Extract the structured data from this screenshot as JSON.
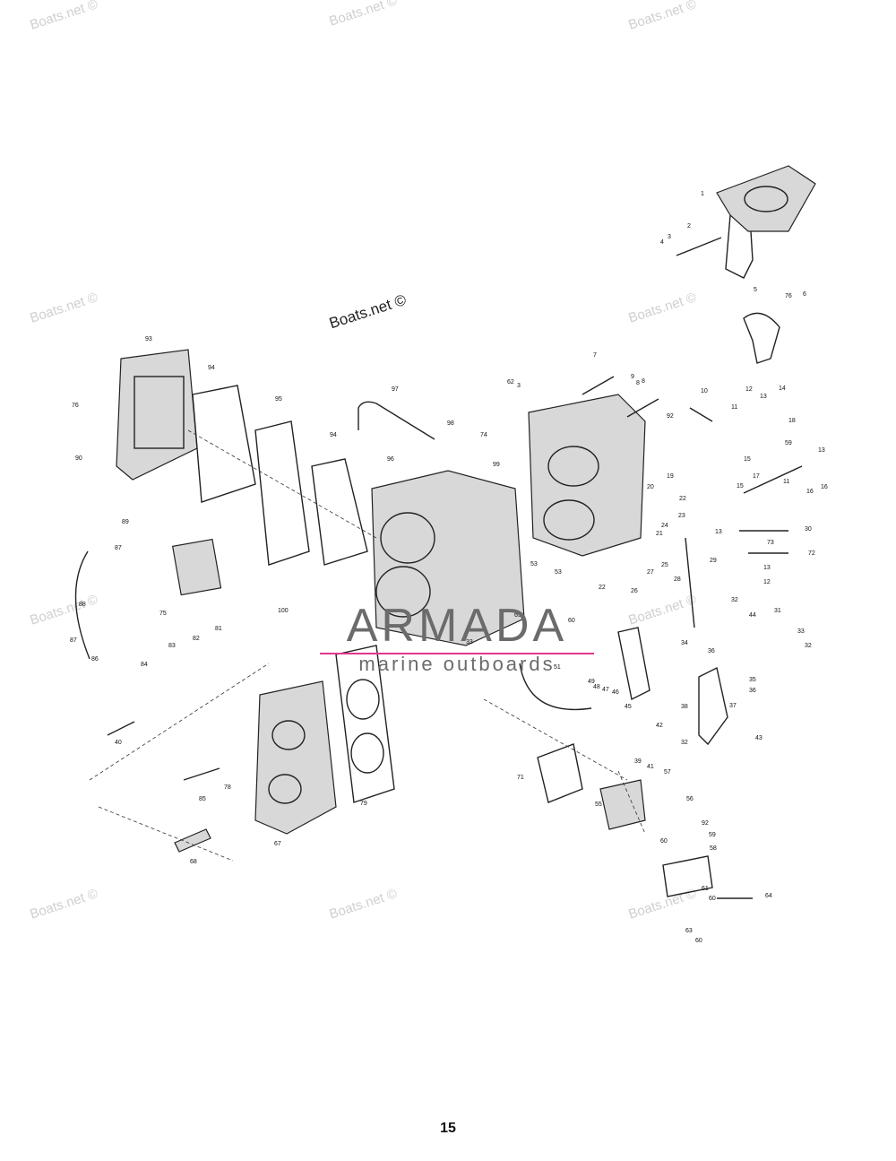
{
  "watermarks": [
    "Boats.net ©",
    "Boats.net ©",
    "Boats.net ©",
    "Boats.net ©",
    "Boats.net ©",
    "Boats.net ©",
    "Boats.net ©",
    "Boats.net ©",
    "Boats.net ©",
    "Boats.net ©"
  ],
  "watermark_center": "Boats.net ©",
  "brand": {
    "name": "ARMADA",
    "tagline": "marine outboards",
    "accent_color": "#e2368f",
    "text_color": "#6b6b6b"
  },
  "page_number": "15",
  "callouts": [
    "1",
    "2",
    "3",
    "4",
    "5",
    "76",
    "6",
    "7",
    "9",
    "8",
    "62",
    "3",
    "97",
    "74",
    "92",
    "10",
    "11",
    "12",
    "13",
    "14",
    "93",
    "94",
    "95",
    "76",
    "90",
    "94",
    "98",
    "96",
    "99",
    "19",
    "20",
    "22",
    "23",
    "24",
    "21",
    "13",
    "15",
    "30",
    "73",
    "72",
    "13",
    "12",
    "27",
    "25",
    "26",
    "22",
    "28",
    "29",
    "32",
    "53",
    "53",
    "89",
    "87",
    "88",
    "75",
    "87",
    "86",
    "84",
    "83",
    "82",
    "81",
    "100",
    "65",
    "60",
    "33",
    "51",
    "49",
    "48",
    "47",
    "46",
    "45",
    "44",
    "31",
    "33",
    "32",
    "34",
    "36",
    "35",
    "36",
    "37",
    "38",
    "42",
    "43",
    "32",
    "39",
    "41",
    "57",
    "40",
    "85",
    "78",
    "79",
    "67",
    "68",
    "71",
    "55",
    "56",
    "92",
    "59",
    "60",
    "58",
    "61",
    "60",
    "64",
    "63",
    "60",
    "59",
    "17",
    "16",
    "16",
    "15",
    "11",
    "18",
    "13",
    "8"
  ]
}
